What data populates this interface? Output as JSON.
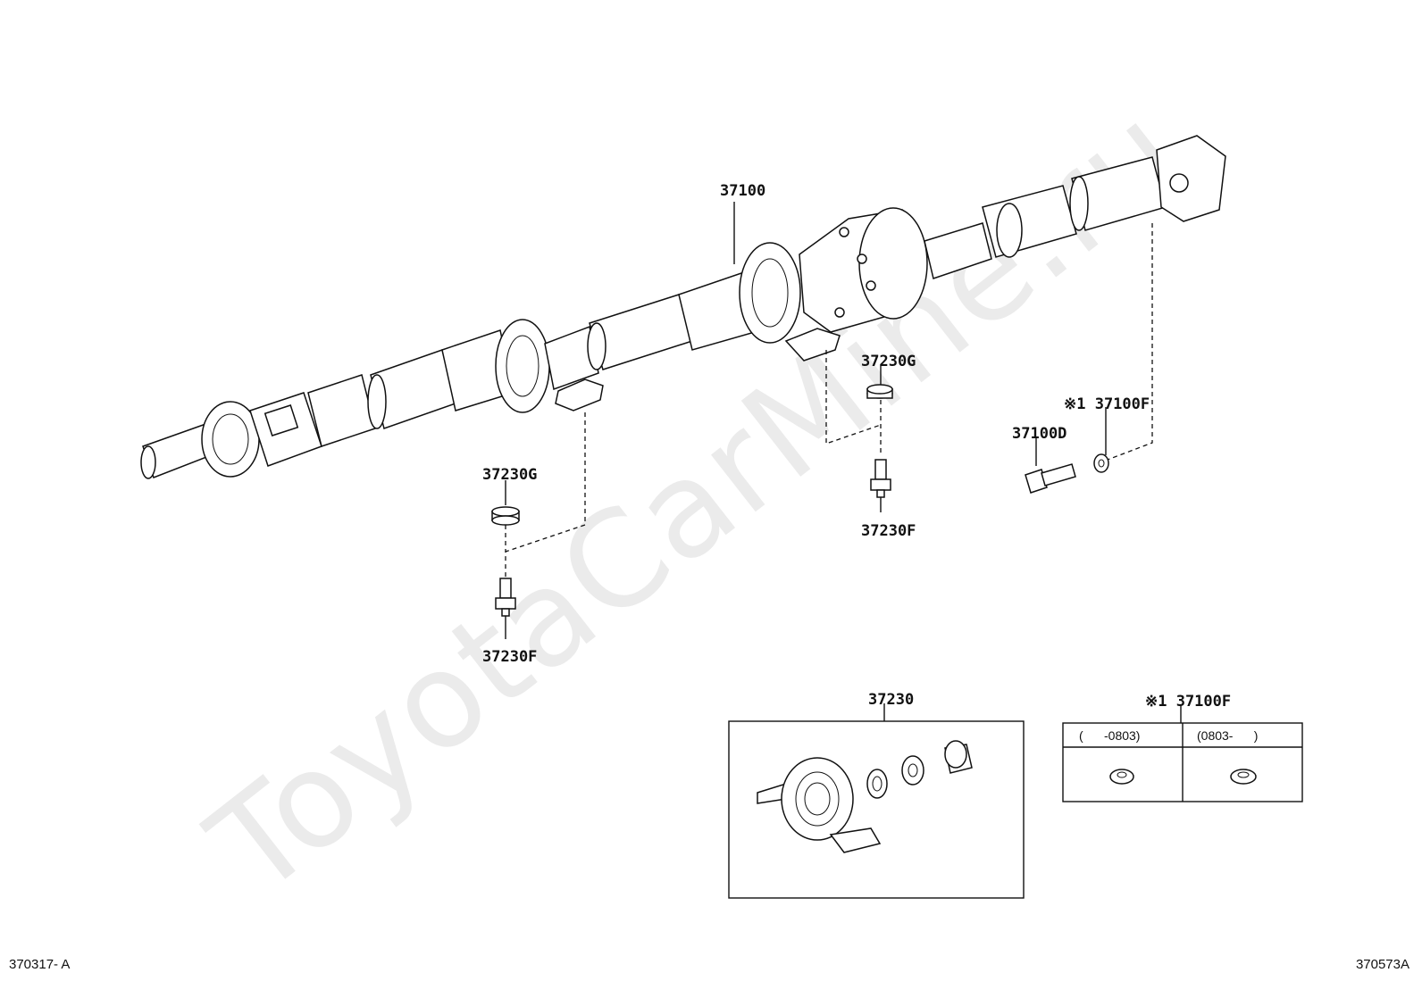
{
  "watermark": "ToyotaCarMine.ru",
  "callouts": {
    "shaft_assy": "37100",
    "cushion_center": "37230G",
    "cushion_left": "37230G",
    "stud_center": "37230F",
    "stud_left": "37230F",
    "bolt": "37100D",
    "washer_top": "※1 37100F",
    "bearing_assy": "37230",
    "washer_table_title": "※1 37100F"
  },
  "washer_table": {
    "col1": "(      -0803)",
    "col2": "(0803-      )"
  },
  "footer": {
    "left_code": "370317- A",
    "right_code": "370573A"
  },
  "icons": {
    "propeller_shaft": "propeller-shaft-icon",
    "center_bearing": "center-bearing-icon",
    "washer": "washer-icon",
    "stud": "stud-icon",
    "bolt": "bolt-icon"
  }
}
